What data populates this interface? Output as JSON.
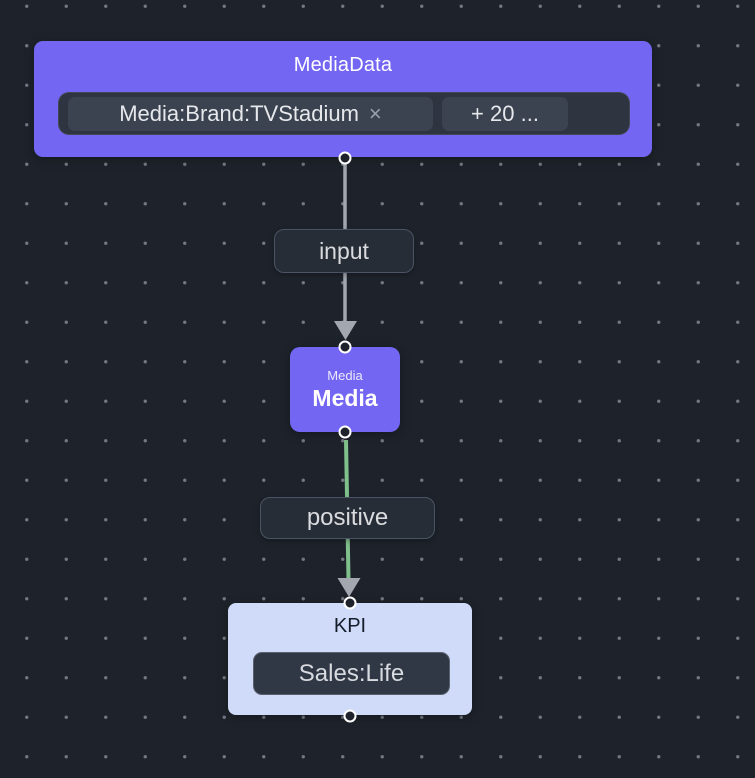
{
  "canvas": {
    "background_color": "#1e232b",
    "dot_color": "#a0a8b4"
  },
  "nodes": {
    "media_data": {
      "title": "MediaData",
      "bg_color": "#7366f2",
      "chip1": {
        "label": "Media:Brand:TVStadium",
        "close": "×"
      },
      "chip2": {
        "label": "+ 20 ..."
      }
    },
    "media": {
      "subtitle": "Media",
      "title": "Media",
      "bg_color": "#7366f2"
    },
    "kpi": {
      "title": "KPI",
      "chip": "Sales:Life",
      "bg_color": "#cfdbf8"
    }
  },
  "edges": {
    "input": {
      "label": "input",
      "color": "#a2a7b0",
      "arrow_color": "#a2a7b0"
    },
    "positive": {
      "label": "positive",
      "color": "#80c08c",
      "arrow_color": "#a2a7b0"
    }
  }
}
